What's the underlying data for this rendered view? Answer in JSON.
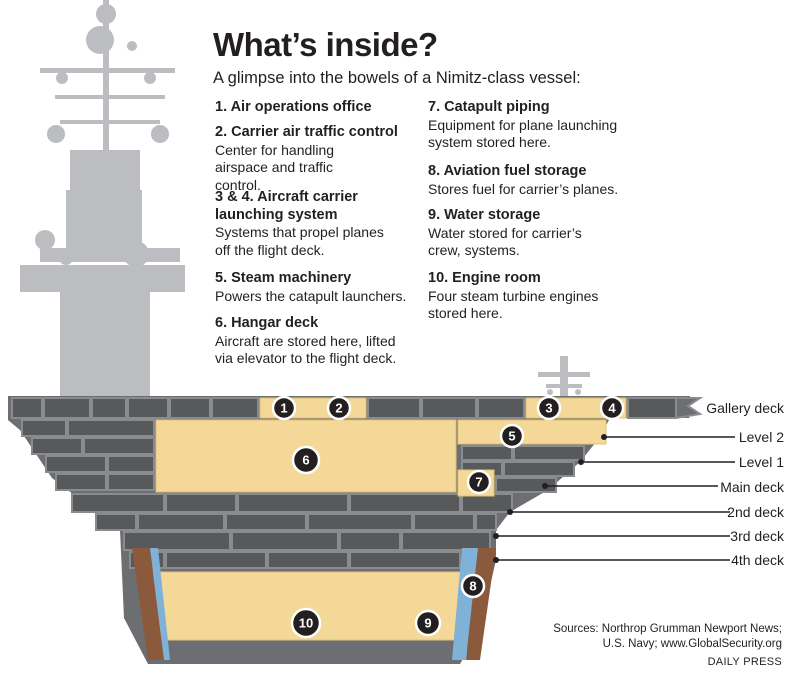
{
  "header": {
    "title": "What’s inside?",
    "subtitle": "A glimpse into the bowels of a Nimitz-class vessel:"
  },
  "legend": [
    {
      "heading": "1. Air operations office",
      "text": ""
    },
    {
      "heading": "2. Carrier air traffic control",
      "text": "Center for handling airspace and traffic control."
    },
    {
      "heading": "3 & 4. Aircraft carrier launching system",
      "text": "Systems that propel planes off the flight deck."
    },
    {
      "heading": "5. Steam machinery",
      "text": "Powers the catapult launchers."
    },
    {
      "heading": "6. Hangar deck",
      "text": "Aircraft are stored here, lifted via elevator to the flight deck."
    },
    {
      "heading": "7. Catapult piping",
      "text": "Equipment for plane launching system stored here."
    },
    {
      "heading": "8. Aviation fuel storage",
      "text": "Stores fuel for carrier’s planes."
    },
    {
      "heading": "9. Water storage",
      "text": "Water stored for carrier’s crew, systems."
    },
    {
      "heading": "10. Engine room",
      "text": "Four steam turbine engines stored here."
    }
  ],
  "decks": [
    "Gallery deck",
    "Level 2",
    "Level 1",
    "Main deck",
    "2nd deck",
    "3rd deck",
    "4th deck"
  ],
  "markers": [
    "1",
    "2",
    "3",
    "4",
    "5",
    "6",
    "7",
    "8",
    "9",
    "10"
  ],
  "footer": {
    "sources_line1": "Sources: Northrop Grumman Newport News;",
    "sources_line2": "U.S. Navy; www.GlobalSecurity.org",
    "credit": "DAILY PRESS"
  },
  "colors": {
    "hull": "#6d6e71",
    "hull_dark": "#58595b",
    "superstructure": "#bcbdc0",
    "compartment": "#f4d898",
    "water": "#7fb2d6",
    "fuel": "#8b5a3c"
  }
}
